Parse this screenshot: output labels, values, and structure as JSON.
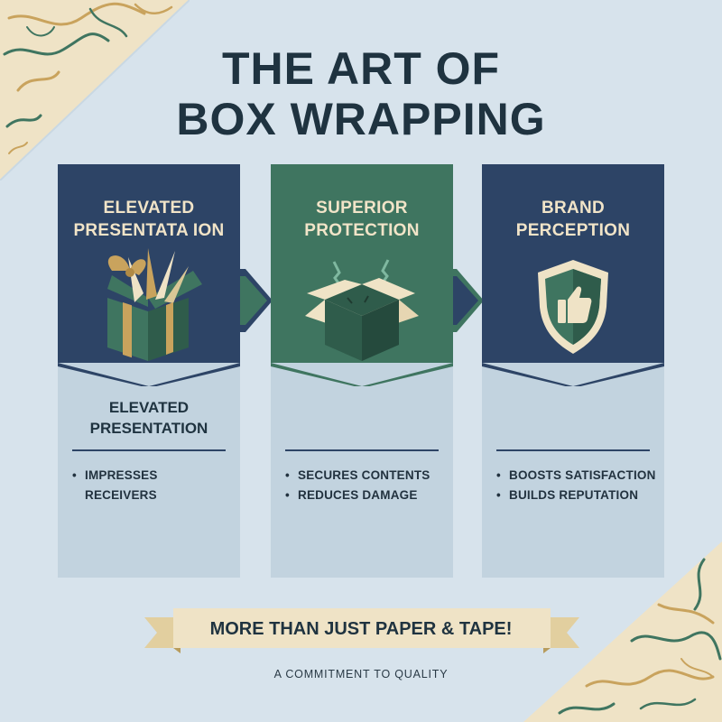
{
  "title": {
    "line1": "THE ART OF",
    "line2": "BOX WRAPPING"
  },
  "colors": {
    "background": "#d7e3ec",
    "navy": "#2d4466",
    "green": "#3f7560",
    "cream": "#f1e4c8",
    "gold": "#c9a35d",
    "panel_light": "#c2d3df",
    "dark_text": "#1f3340"
  },
  "columns": [
    {
      "heading": [
        "ELEVATED",
        "PRESENTATA ION"
      ],
      "icon": "gift-box-icon",
      "subheading": [
        "ELEVATED",
        "PRESENTATION"
      ],
      "bullets": [
        [
          "IMPRESSES",
          "RECEIVERS"
        ]
      ]
    },
    {
      "heading": [
        "SUPERIOR",
        "PROTECTION"
      ],
      "icon": "protective-box-icon",
      "subheading": [],
      "bullets": [
        [
          "SECURES CONTENTS"
        ],
        [
          "REDUCES DAMAGE"
        ]
      ]
    },
    {
      "heading": [
        "BRAND",
        "PERCEPTION"
      ],
      "icon": "shield-thumbs-up-icon",
      "subheading": [],
      "bullets": [
        [
          "BOOSTS SATISFACTION"
        ],
        [
          "BUILDS REPUTATION"
        ]
      ]
    }
  ],
  "banner": {
    "text": "MORE THAN JUST PAPER & TAPE!"
  },
  "tagline": "A COMMITMENT TO QUALITY"
}
